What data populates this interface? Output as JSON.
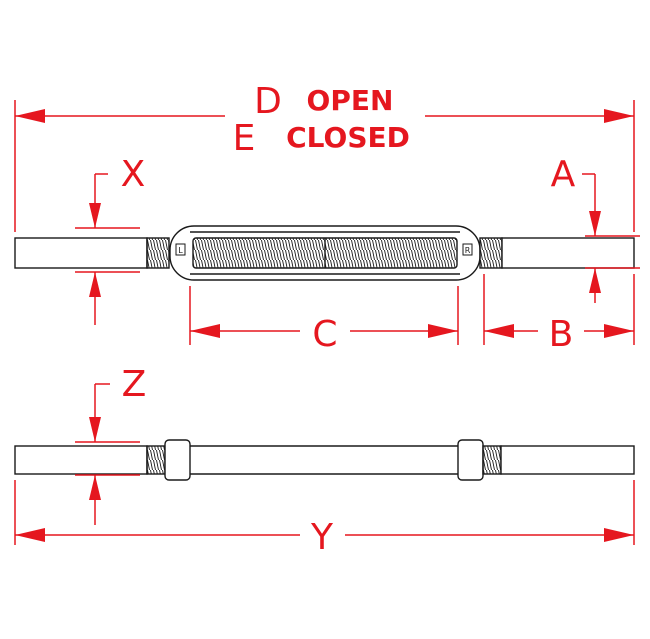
{
  "labels": {
    "d": "D",
    "open": "OPEN",
    "e": "E",
    "closed": "CLOSED",
    "x": "X",
    "a": "A",
    "c": "C",
    "b": "B",
    "z": "Z",
    "y": "Y",
    "left_mark": "L",
    "right_mark": "R"
  },
  "colors": {
    "dimension": "#e5171f",
    "part": "#1a1a1a"
  }
}
